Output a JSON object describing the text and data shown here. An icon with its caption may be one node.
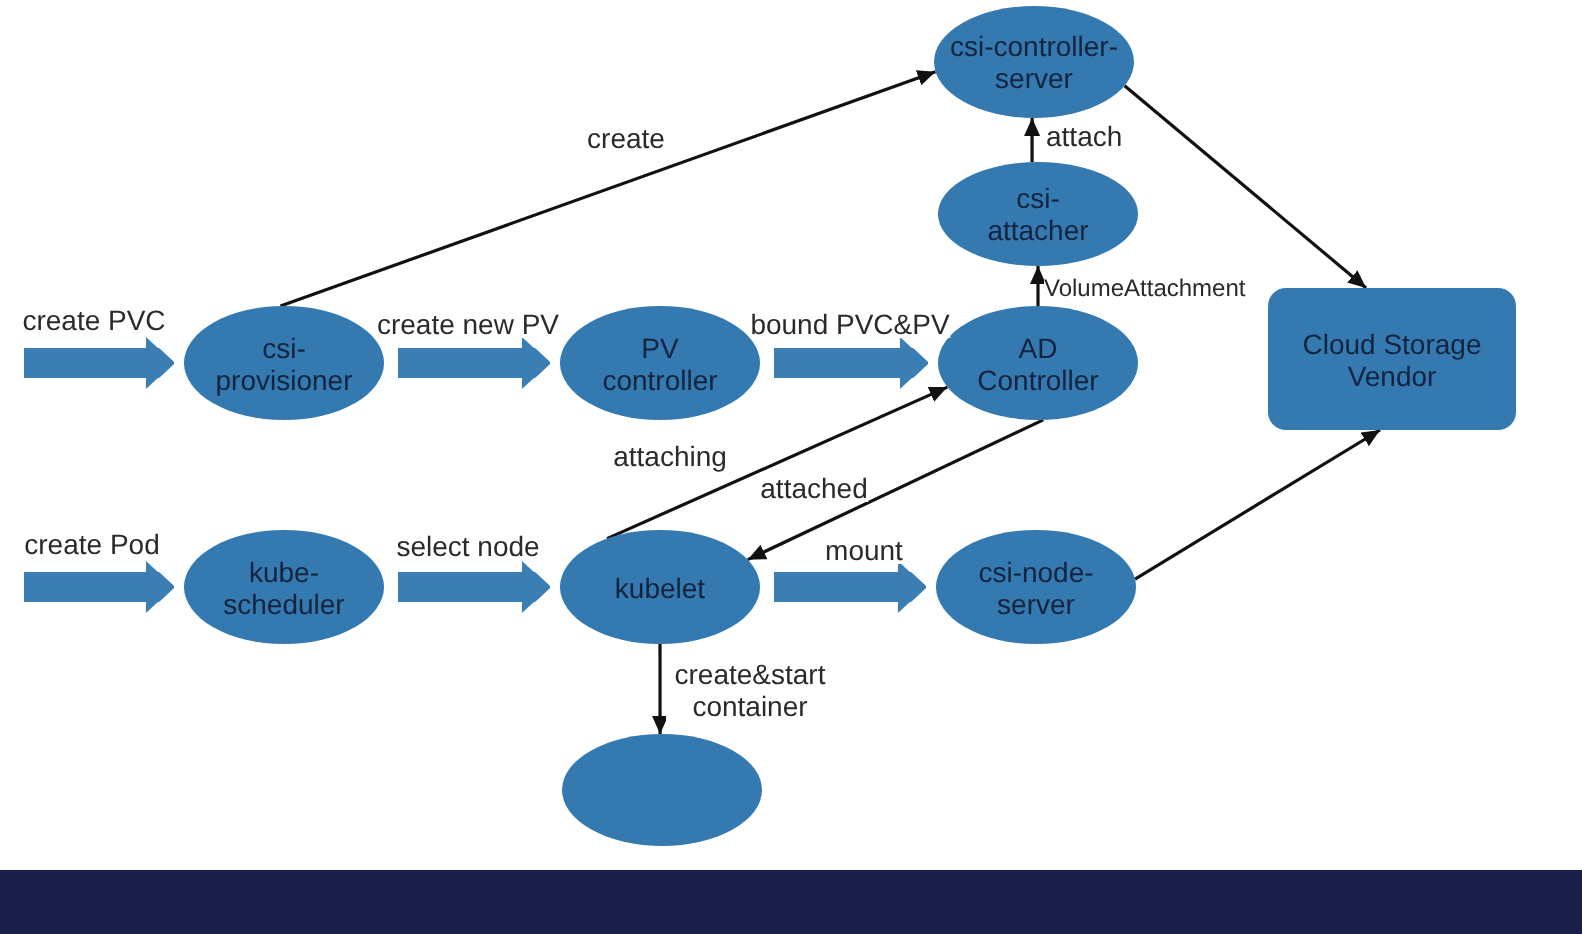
{
  "diagram": {
    "nodes": [
      {
        "text": [
          "csi-controller-server"
        ]
      },
      {
        "text": [
          "csi-attacher"
        ]
      },
      {
        "text": [
          "csi-provisioner"
        ]
      },
      {
        "text": [
          "PV controller"
        ]
      },
      {
        "text": [
          "AD Controller"
        ]
      },
      {
        "text": [
          "Cloud Storage Vendor"
        ]
      },
      {
        "text": [
          "kube-scheduler"
        ]
      },
      {
        "text": [
          "kubelet"
        ]
      },
      {
        "text": [
          "csi-node-server"
        ]
      },
      {
        "text": [],
        "shape": "ellipse"
      }
    ],
    "edges": [
      {
        "from": null,
        "to": 2,
        "arrow": "to",
        "label": "create PVC",
        "style": "thick",
        "color": "#3a7eb4"
      },
      {
        "from": 2,
        "to": 3,
        "arrow": "to",
        "label": "create new PV",
        "style": "thick",
        "color": "#3a7eb4"
      },
      {
        "from": 3,
        "to": 4,
        "arrow": "to",
        "label": "bound PVC&PV",
        "style": "thick",
        "color": "#3a7eb4"
      },
      {
        "from": 2,
        "to": 0,
        "arrow": "to",
        "label": "create"
      },
      {
        "from": 1,
        "to": 0,
        "arrow": "to",
        "label": "attach"
      },
      {
        "from": 4,
        "to": 1,
        "arrow": "to",
        "label": "VolumeAttachment"
      },
      {
        "from": 0,
        "to": 5,
        "arrow": "to"
      },
      {
        "from": null,
        "to": 6,
        "arrow": "to",
        "label": "create Pod",
        "style": "thick",
        "color": "#3a7eb4"
      },
      {
        "from": 6,
        "to": 7,
        "arrow": "to",
        "label": "select node",
        "style": "thick",
        "color": "#3a7eb4"
      },
      {
        "from": 7,
        "to": 4,
        "arrow": "to",
        "label": "attaching"
      },
      {
        "from": 4,
        "to": 7,
        "arrow": "to",
        "label": "attached"
      },
      {
        "from": 7,
        "to": 8,
        "arrow": "to",
        "label": "mount",
        "style": "thick",
        "color": "#3a7eb4"
      },
      {
        "from": 7,
        "to": 9,
        "arrow": "to",
        "label": "create&start container"
      },
      {
        "from": 8,
        "to": 5,
        "arrow": "to"
      }
    ]
  }
}
